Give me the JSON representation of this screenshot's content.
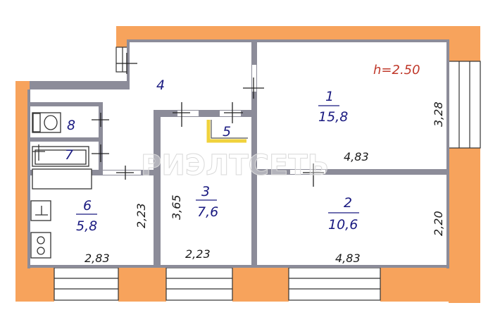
{
  "ceiling_height": "h=2.50",
  "watermark": "РИЭЛТСЕТЬ",
  "colors": {
    "outer_wall": "#f7a35c",
    "inner_wall": "#8c8c99",
    "room_label": "#1a1a80",
    "height_label": "#c0392b",
    "closet_frame": "#f0d23c"
  },
  "rooms": [
    {
      "number": "1",
      "area": "15,8"
    },
    {
      "number": "2",
      "area": "10,6"
    },
    {
      "number": "3",
      "area": "7,6"
    },
    {
      "number": "4"
    },
    {
      "number": "5"
    },
    {
      "number": "6",
      "area": "5,8"
    },
    {
      "number": "7"
    },
    {
      "number": "8"
    }
  ],
  "dimensions": {
    "room1_width": "4,83",
    "room1_depth": "3,28",
    "room2_width": "4,83",
    "room2_depth": "2,20",
    "room3_width": "2,23",
    "room3_depth": "3,65",
    "room6_width": "2,83",
    "room6_depth": "2,23"
  },
  "fixtures": [
    "toilet-icon",
    "bathtub-icon",
    "sink-icon",
    "stove-icon"
  ]
}
